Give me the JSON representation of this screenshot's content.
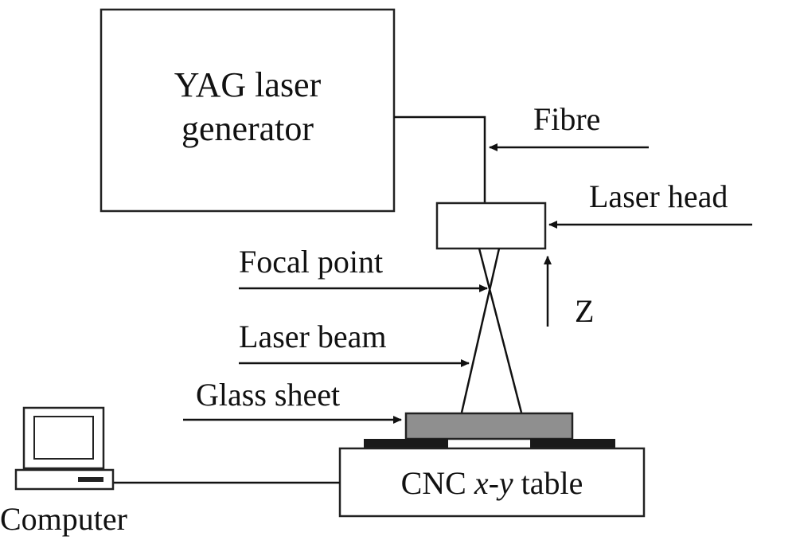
{
  "colors": {
    "ink": "#111111",
    "glass_sheet": "#8f8f8f",
    "table_pads": "#1a1a1a"
  },
  "generator": {
    "line1": "YAG laser",
    "line2": "generator"
  },
  "labels": {
    "fibre": "Fibre",
    "laser_head": "Laser head",
    "focal_point": "Focal point",
    "laser_beam": "Laser beam",
    "glass_sheet": "Glass sheet",
    "z_axis": "Z",
    "computer": "Computer"
  },
  "table": {
    "prefix": "CNC ",
    "axes": "x-y",
    "suffix": " table"
  },
  "icons": {
    "computer": "computer-icon",
    "arrows": "arrow-icon"
  }
}
